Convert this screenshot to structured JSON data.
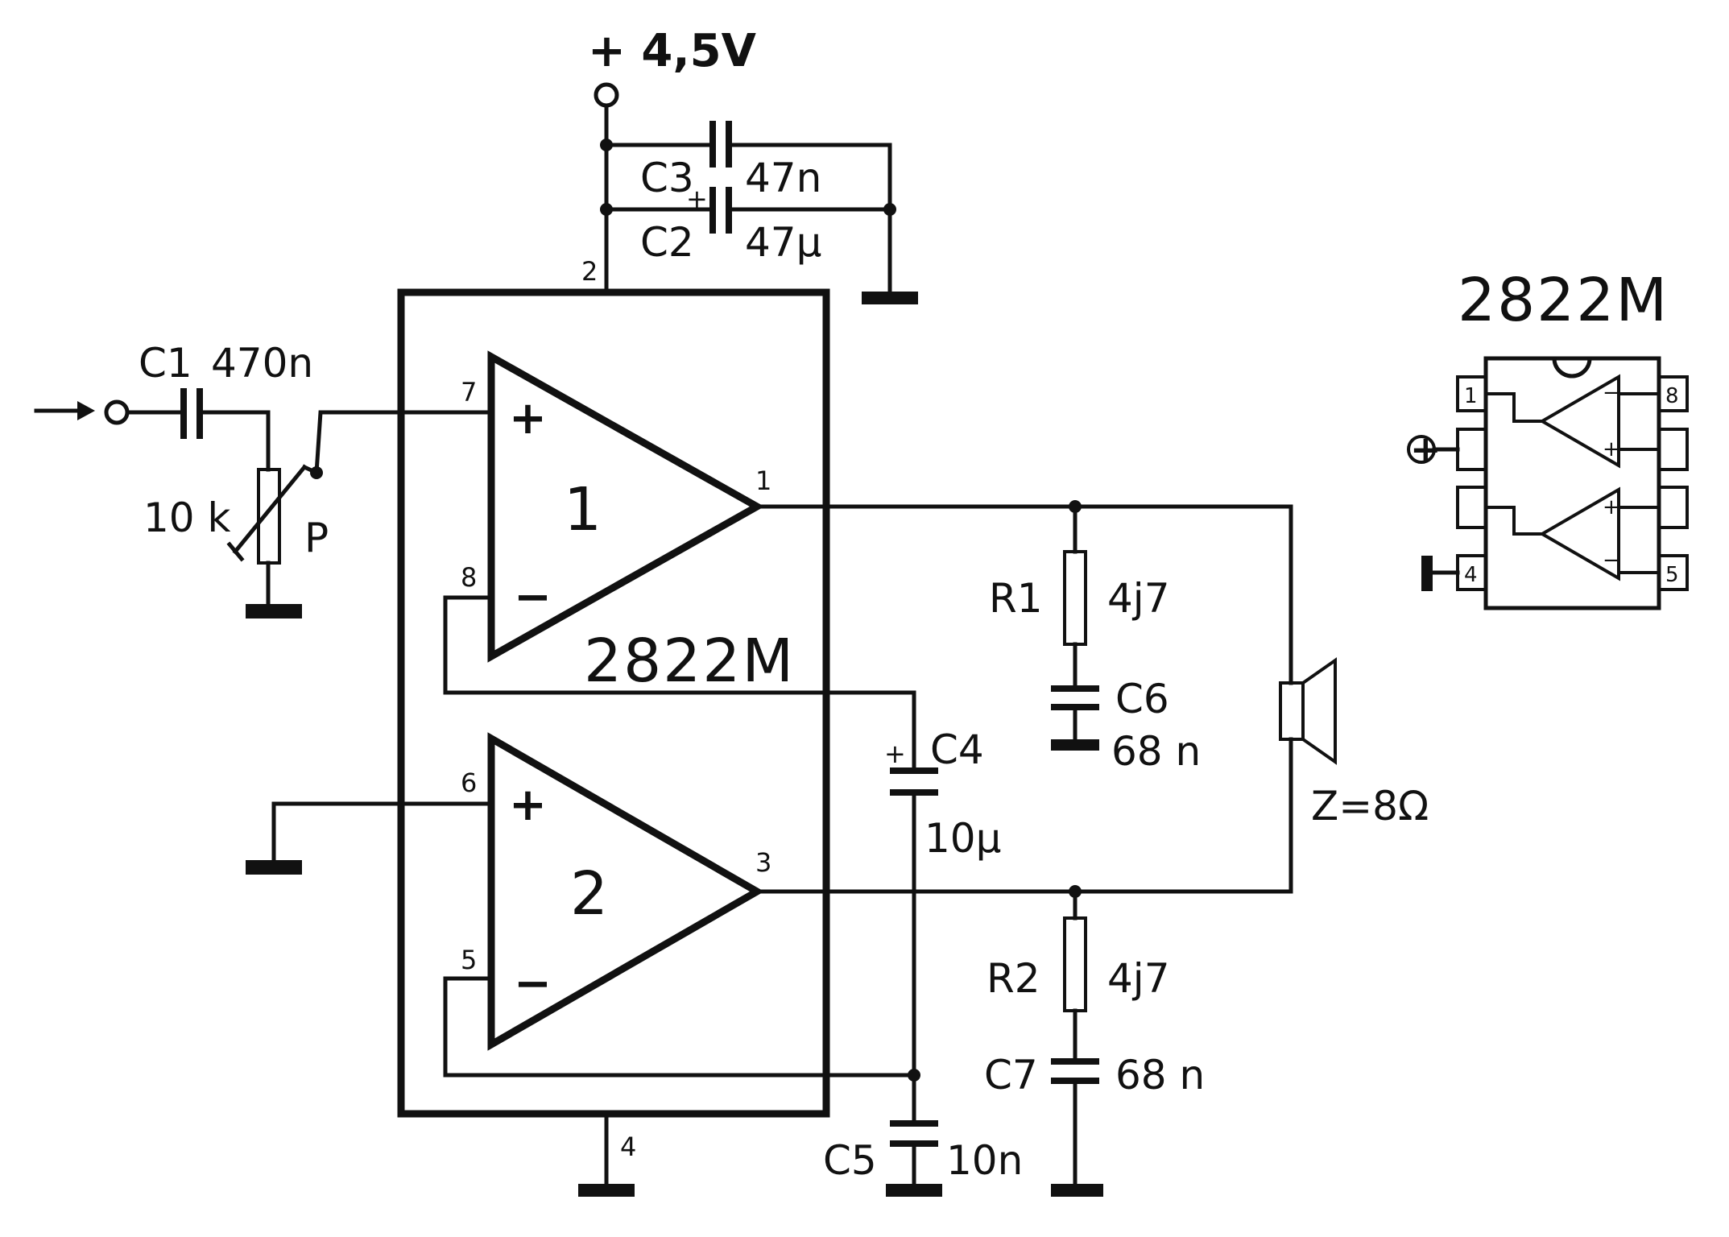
{
  "supply": {
    "label": "+ 4,5V"
  },
  "ic": {
    "name": "2822M",
    "amp1_label": "1",
    "amp2_label": "2",
    "pins": {
      "p1": "1",
      "p2": "2",
      "p3": "3",
      "p4": "4",
      "p5": "5",
      "p6": "6",
      "p7": "7",
      "p8": "8"
    },
    "plus_sign": "+",
    "minus_sign": "−"
  },
  "components": {
    "c1": {
      "name": "C1",
      "value": "470n"
    },
    "c2": {
      "name": "C2",
      "value": "47µ",
      "polarity": "+"
    },
    "c3": {
      "name": "C3",
      "value": "47n"
    },
    "c4": {
      "name": "C4",
      "value": "10µ",
      "polarity": "+"
    },
    "c5": {
      "name": "C5",
      "value": "10n"
    },
    "c6": {
      "name": "C6",
      "value": "68 n"
    },
    "c7": {
      "name": "C7",
      "value": "68 n"
    },
    "r1": {
      "name": "R1",
      "value": "4j7"
    },
    "r2": {
      "name": "R2",
      "value": "4j7"
    },
    "pot": {
      "name": "P",
      "value": "10 k"
    },
    "speaker": {
      "label": "Z=8Ω"
    }
  },
  "pinout": {
    "title": "2822M",
    "pins_left": [
      "1",
      "",
      "",
      "4"
    ],
    "pins_right": [
      "8",
      "",
      "",
      "5"
    ],
    "vplus_symbol": "+",
    "amp_signs": [
      "−",
      "+",
      "+",
      "−"
    ]
  }
}
